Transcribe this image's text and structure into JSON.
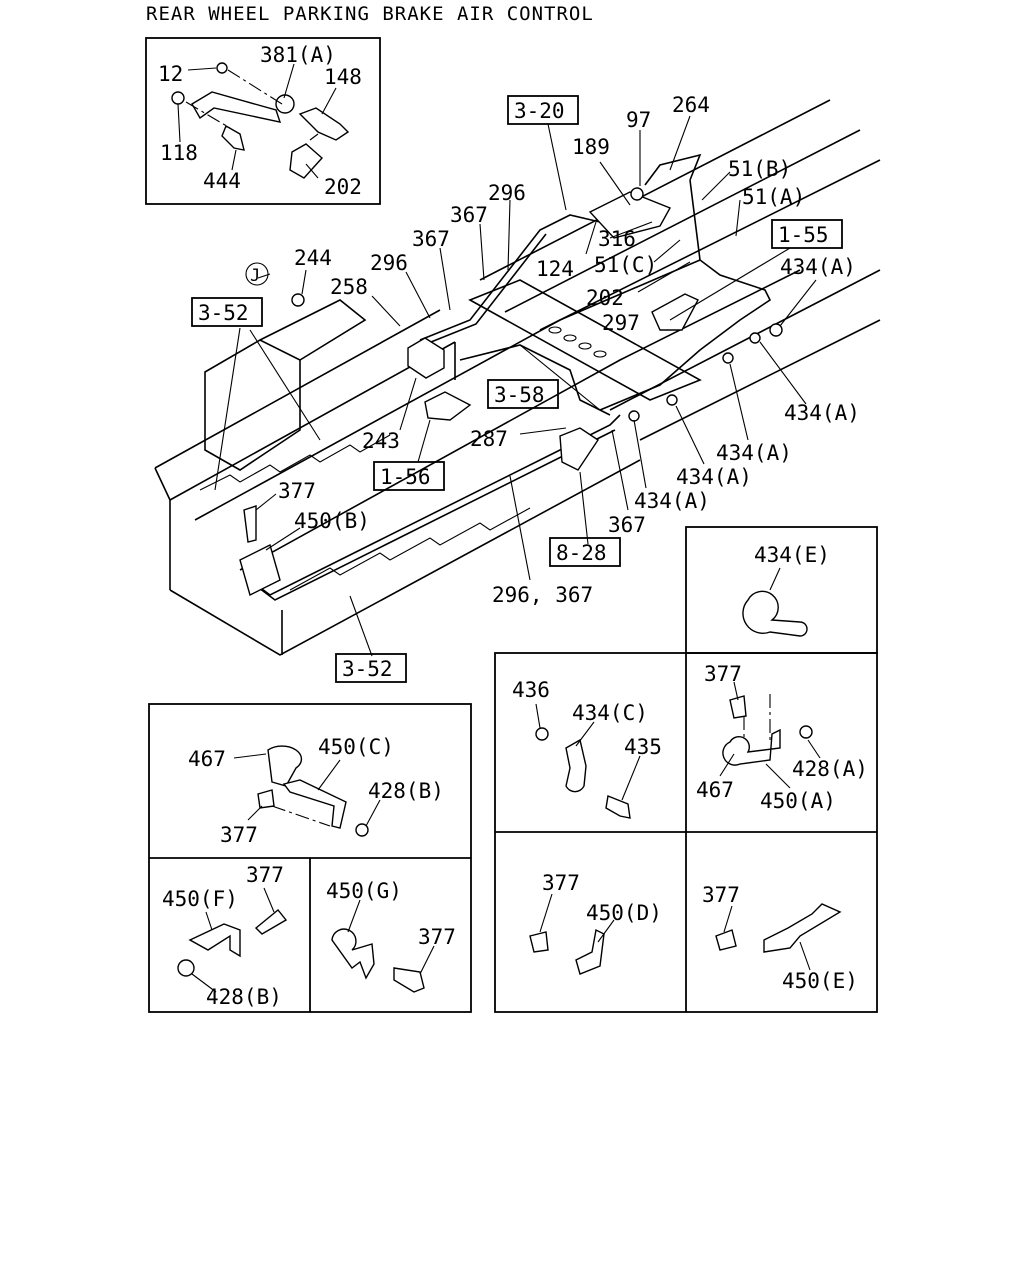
{
  "title": "REAR WHEEL PARKING BRAKE AIR CONTROL",
  "refs": {
    "r3_20": "3-20",
    "r1_55": "1-55",
    "r3_52a": "3-52",
    "r3_58": "3-58",
    "r1_56": "1-56",
    "r8_28": "8-28",
    "r3_52b": "3-52"
  },
  "circle_label": "J",
  "inset_top": {
    "l12": "12",
    "l381a": "381(A)",
    "l148": "148",
    "l118": "118",
    "l444": "444",
    "l202": "202"
  },
  "main": {
    "l264": "264",
    "l97": "97",
    "l189": "189",
    "l51b": "51(B)",
    "l51a": "51(A)",
    "l296a": "296",
    "l367a": "367",
    "l367b": "367",
    "l296b": "296",
    "l244": "244",
    "l258": "258",
    "l316": "316",
    "l124": "124",
    "l51c": "51(C)",
    "l434a1": "434(A)",
    "l202": "202",
    "l297": "297",
    "l434a2": "434(A)",
    "l243": "243",
    "l287": "287",
    "l434a3": "434(A)",
    "l434a4": "434(A)",
    "l434a5": "434(A)",
    "l377": "377",
    "l450b": "450(B)",
    "l367c": "367",
    "l296_367": "296, 367"
  },
  "detail_e": {
    "l434e": "434(E)"
  },
  "detail_c": {
    "l436": "436",
    "l434c": "434(C)",
    "l435": "435"
  },
  "detail_a": {
    "l377": "377",
    "l428a": "428(A)",
    "l467": "467",
    "l450a": "450(A)"
  },
  "detail_cbox": {
    "l467": "467",
    "l450c": "450(C)",
    "l428b": "428(B)",
    "l377": "377"
  },
  "detail_f": {
    "l450f": "450(F)",
    "l377": "377",
    "l428b": "428(B)"
  },
  "detail_g": {
    "l450g": "450(G)",
    "l377": "377"
  },
  "detail_d": {
    "l377": "377",
    "l450d": "450(D)"
  },
  "detail_ebracket": {
    "l377": "377",
    "l450e": "450(E)"
  }
}
